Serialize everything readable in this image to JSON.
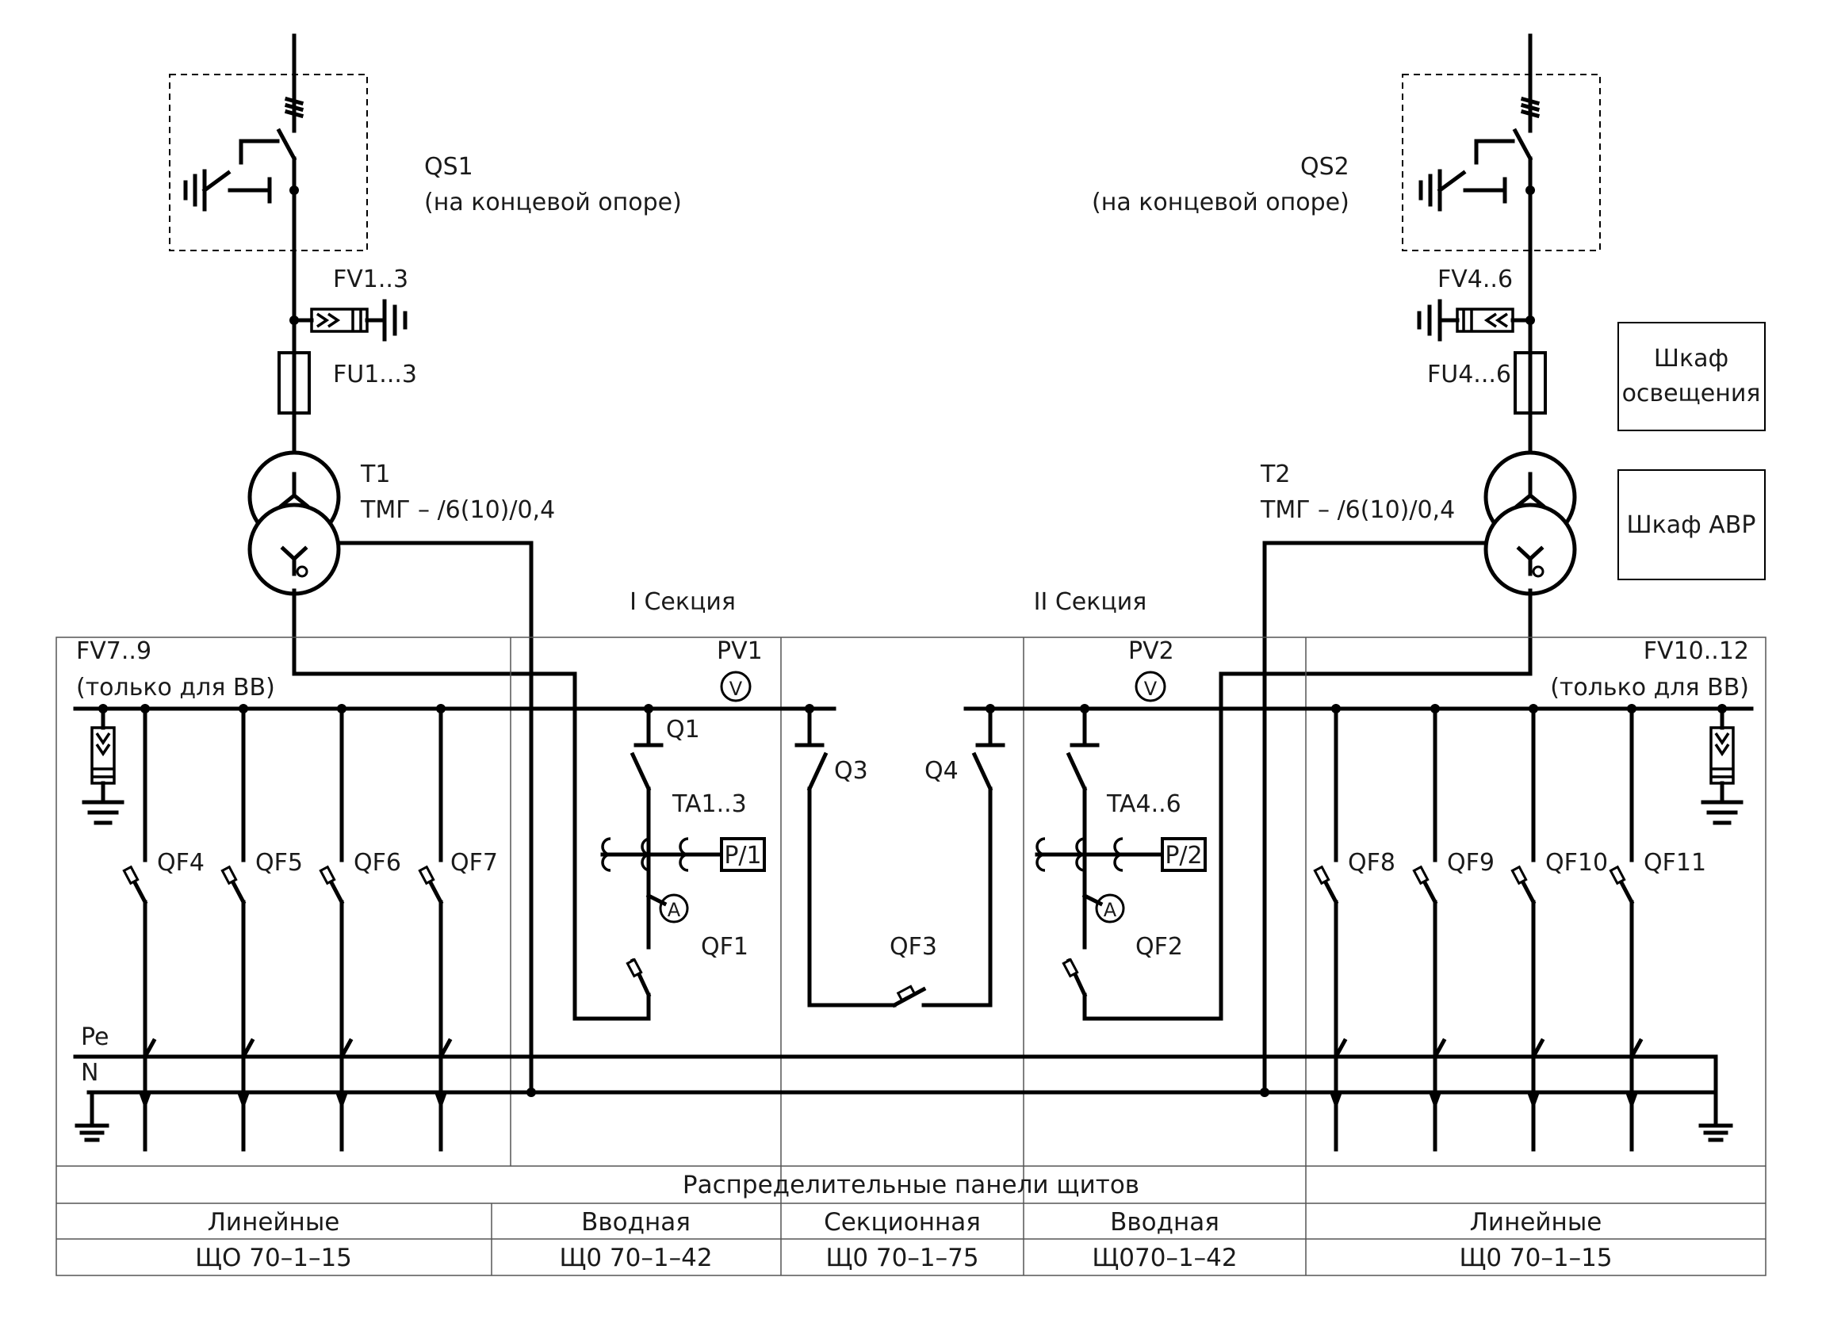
{
  "labels": {
    "qs1": "QS1",
    "qs1_note": "(на концевой опоре)",
    "qs2": "QS2",
    "qs2_note": "(на концевой опоре)",
    "fv1": "FV1..3",
    "fv4": "FV4..6",
    "fu1": "FU1...3",
    "fu4": "FU4...6",
    "t1": "T1",
    "t1_type": "ТМГ – /6(10)/0,4",
    "t2": "T2",
    "t2_type": "ТМГ – /6(10)/0,4",
    "cab_light_1": "Шкаф",
    "cab_light_2": "освещения",
    "cab_avr": "Шкаф АВР",
    "sec1": "I Секция",
    "sec2": "II Секция",
    "fv7": "FV7..9",
    "fv7_note": "(только для ВВ)",
    "fv10": "FV10..12",
    "fv10_note": "(только для ВВ)",
    "pv1": "PV1",
    "pv2": "PV2",
    "v": "V",
    "a": "A",
    "q1": "Q1",
    "q3": "Q3",
    "q4": "Q4",
    "ta1": "TA1..3",
    "ta4": "TA4..6",
    "p1": "P/1",
    "p2": "P/2",
    "qf1": "QF1",
    "qf2": "QF2",
    "qf3": "QF3",
    "qf4": "QF4",
    "qf5": "QF5",
    "qf6": "QF6",
    "qf7": "QF7",
    "qf8": "QF8",
    "qf9": "QF9",
    "qf10": "QF10",
    "qf11": "QF11",
    "pe": "Pe",
    "n": "N"
  },
  "table": {
    "header": "Распределительные панели щитов",
    "types": [
      "Линейные",
      "Вводная",
      "Секционная",
      "Вводная",
      "Линейные"
    ],
    "codes": [
      "ЩО 70–1–15",
      "Щ0 70–1–42",
      "Щ0 70–1–75",
      "Щ070–1–42",
      "Щ0 70–1–15"
    ]
  }
}
